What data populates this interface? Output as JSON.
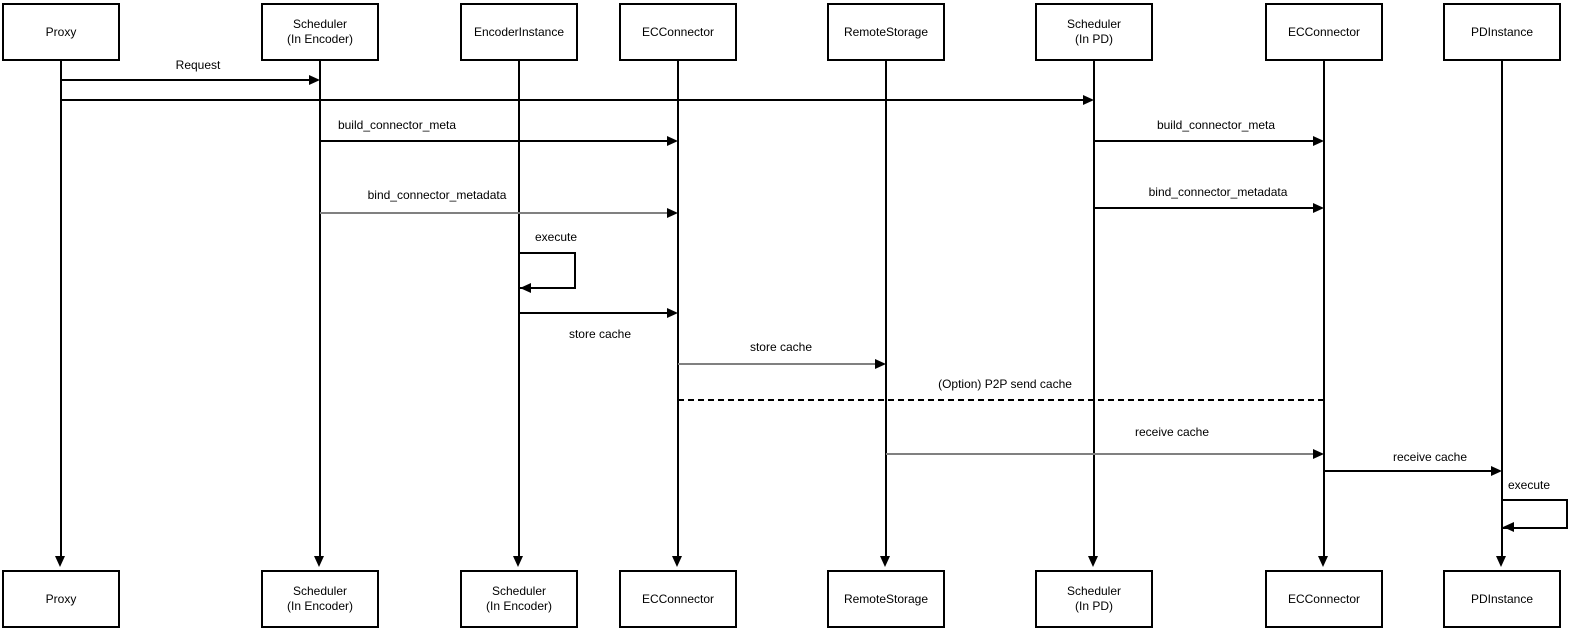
{
  "diagram_type": "uml-sequence",
  "colors": {
    "background": "#ffffff",
    "line": "#000000",
    "muted_line": "#808080",
    "text": "#000000",
    "box_fill": "#ffffff",
    "box_border": "#000000"
  },
  "actors": [
    {
      "id": "proxy",
      "top_label": "Proxy",
      "bottom_label": "Proxy"
    },
    {
      "id": "scheduler-encoder",
      "top_label": "Scheduler\n(In Encoder)",
      "bottom_label": "Scheduler\n(In Encoder)"
    },
    {
      "id": "encoder-instance",
      "top_label": "EncoderInstance",
      "bottom_label": "Scheduler\n(In Encoder)"
    },
    {
      "id": "ec-connector-encoder",
      "top_label": "ECConnector",
      "bottom_label": "ECConnector"
    },
    {
      "id": "remote-storage",
      "top_label": "RemoteStorage",
      "bottom_label": "RemoteStorage"
    },
    {
      "id": "scheduler-pd",
      "top_label": "Scheduler\n(In PD)",
      "bottom_label": "Scheduler\n(In PD)"
    },
    {
      "id": "ec-connector-pd",
      "top_label": "ECConnector",
      "bottom_label": "ECConnector"
    },
    {
      "id": "pd-instance",
      "top_label": "PDInstance",
      "bottom_label": "PDInstance"
    }
  ],
  "messages": [
    {
      "label": "Request",
      "from": "proxy",
      "to": "scheduler-encoder",
      "style": "solid",
      "color": "black"
    },
    {
      "label": "",
      "from": "proxy",
      "to": "scheduler-pd",
      "style": "solid",
      "color": "black"
    },
    {
      "label": "build_connector_meta",
      "from": "scheduler-encoder",
      "to": "ec-connector-encoder",
      "style": "solid",
      "color": "black"
    },
    {
      "label": "bind_connector_metadata",
      "from": "scheduler-encoder",
      "to": "ec-connector-encoder",
      "style": "solid",
      "color": "gray"
    },
    {
      "label": "execute",
      "from": "encoder-instance",
      "to": "encoder-instance",
      "style": "solid",
      "color": "black",
      "type": "self"
    },
    {
      "label": "store cache",
      "from": "encoder-instance",
      "to": "ec-connector-encoder",
      "style": "solid",
      "color": "black"
    },
    {
      "label": "store cache",
      "from": "ec-connector-encoder",
      "to": "remote-storage",
      "style": "solid",
      "color": "gray"
    },
    {
      "label": "(Option) P2P send cache",
      "from": "ec-connector-encoder",
      "to": "ec-connector-pd",
      "style": "dashed",
      "color": "black"
    },
    {
      "label": "build_connector_meta",
      "from": "scheduler-pd",
      "to": "ec-connector-pd",
      "style": "solid",
      "color": "black"
    },
    {
      "label": "bind_connector_metadata",
      "from": "scheduler-pd",
      "to": "ec-connector-pd",
      "style": "solid",
      "color": "black"
    },
    {
      "label": "receive cache",
      "from": "remote-storage",
      "to": "ec-connector-pd",
      "style": "solid",
      "color": "gray"
    },
    {
      "label": "receive cache",
      "from": "ec-connector-pd",
      "to": "pd-instance",
      "style": "solid",
      "color": "black"
    },
    {
      "label": "execute",
      "from": "pd-instance",
      "to": "pd-instance",
      "style": "solid",
      "color": "black",
      "type": "self"
    }
  ]
}
